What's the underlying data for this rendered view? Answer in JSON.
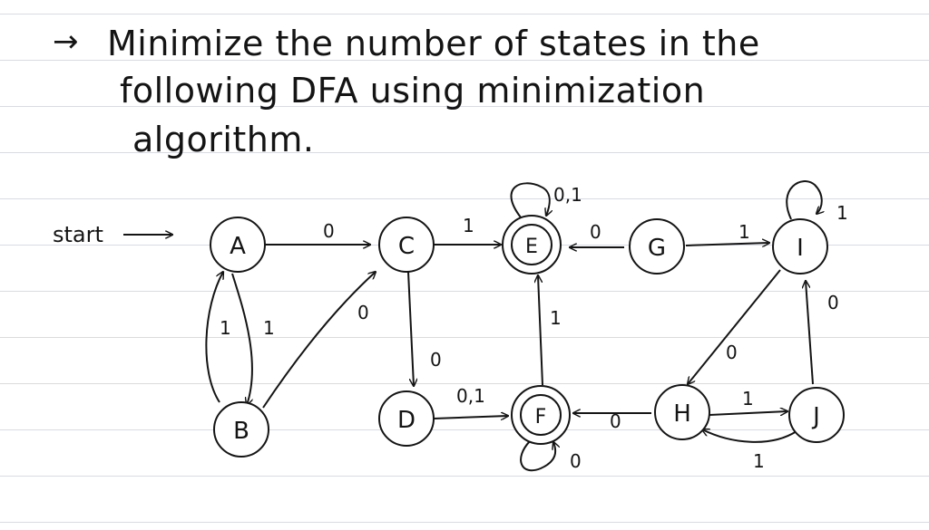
{
  "problem": {
    "line1": "Minimize the number of states in the",
    "line2": "following DFA using minimization",
    "line3": "algorithm."
  },
  "diagram": {
    "start_label": "start",
    "start_state": "A",
    "states": [
      {
        "id": "A",
        "label": "A",
        "accepting": false
      },
      {
        "id": "B",
        "label": "B",
        "accepting": false
      },
      {
        "id": "C",
        "label": "C",
        "accepting": false
      },
      {
        "id": "D",
        "label": "D",
        "accepting": false
      },
      {
        "id": "E",
        "label": "E",
        "accepting": true
      },
      {
        "id": "F",
        "label": "F",
        "accepting": true
      },
      {
        "id": "G",
        "label": "G",
        "accepting": false
      },
      {
        "id": "H",
        "label": "H",
        "accepting": false
      },
      {
        "id": "I",
        "label": "I",
        "accepting": false
      },
      {
        "id": "J",
        "label": "J",
        "accepting": false
      }
    ],
    "transitions": [
      {
        "from": "A",
        "to": "C",
        "label": "0"
      },
      {
        "from": "A",
        "to": "B",
        "label": "1"
      },
      {
        "from": "B",
        "to": "A",
        "label": "1"
      },
      {
        "from": "B",
        "to": "C",
        "label": "0"
      },
      {
        "from": "C",
        "to": "E",
        "label": "1"
      },
      {
        "from": "C",
        "to": "D",
        "label": "0"
      },
      {
        "from": "D",
        "to": "F",
        "label": "0,1"
      },
      {
        "from": "E",
        "to": "E",
        "label": "0,1"
      },
      {
        "from": "F",
        "to": "E",
        "label": "1"
      },
      {
        "from": "F",
        "to": "F",
        "label": "0"
      },
      {
        "from": "G",
        "to": "E",
        "label": "0"
      },
      {
        "from": "G",
        "to": "I",
        "label": "1"
      },
      {
        "from": "I",
        "to": "I",
        "label": "1"
      },
      {
        "from": "I",
        "to": "H",
        "label": "0"
      },
      {
        "from": "H",
        "to": "F",
        "label": "0"
      },
      {
        "from": "H",
        "to": "J",
        "label": "1"
      },
      {
        "from": "J",
        "to": "H",
        "label": "1"
      },
      {
        "from": "J",
        "to": "I",
        "label": "0"
      }
    ]
  }
}
